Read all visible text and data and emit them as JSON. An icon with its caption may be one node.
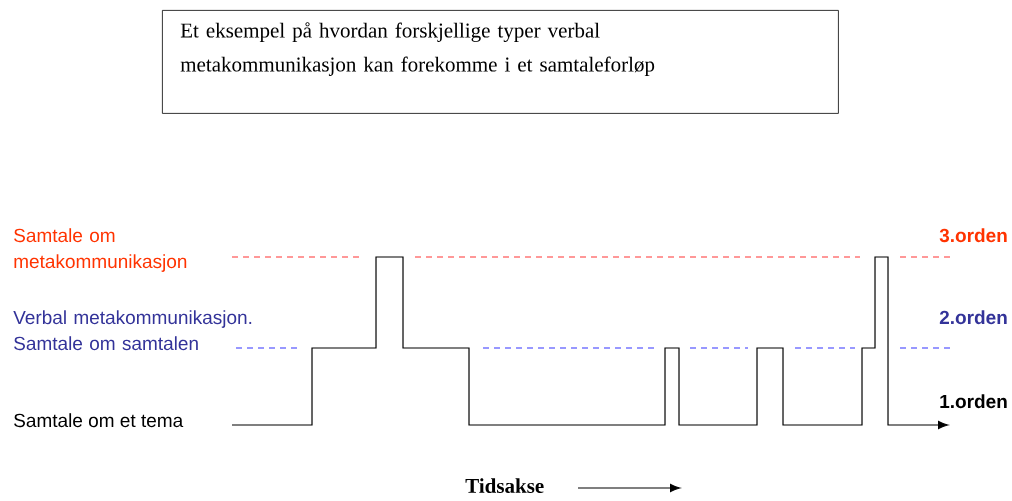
{
  "diagram": {
    "nodes": [
      {
        "text": [
          "Et eksempel på hvordan forskjellige typer verbal metakommunikasjon kan forekomme i et samtaleforløp"
        ]
      }
    ],
    "labels": [
      "Samtale om metakommunikasjon",
      "3.orden",
      "Verbal metakommunikasjon. Samtale om samtalen",
      "2.orden",
      "1.orden",
      "Samtale om et tema",
      "Tidsakse"
    ]
  }
}
